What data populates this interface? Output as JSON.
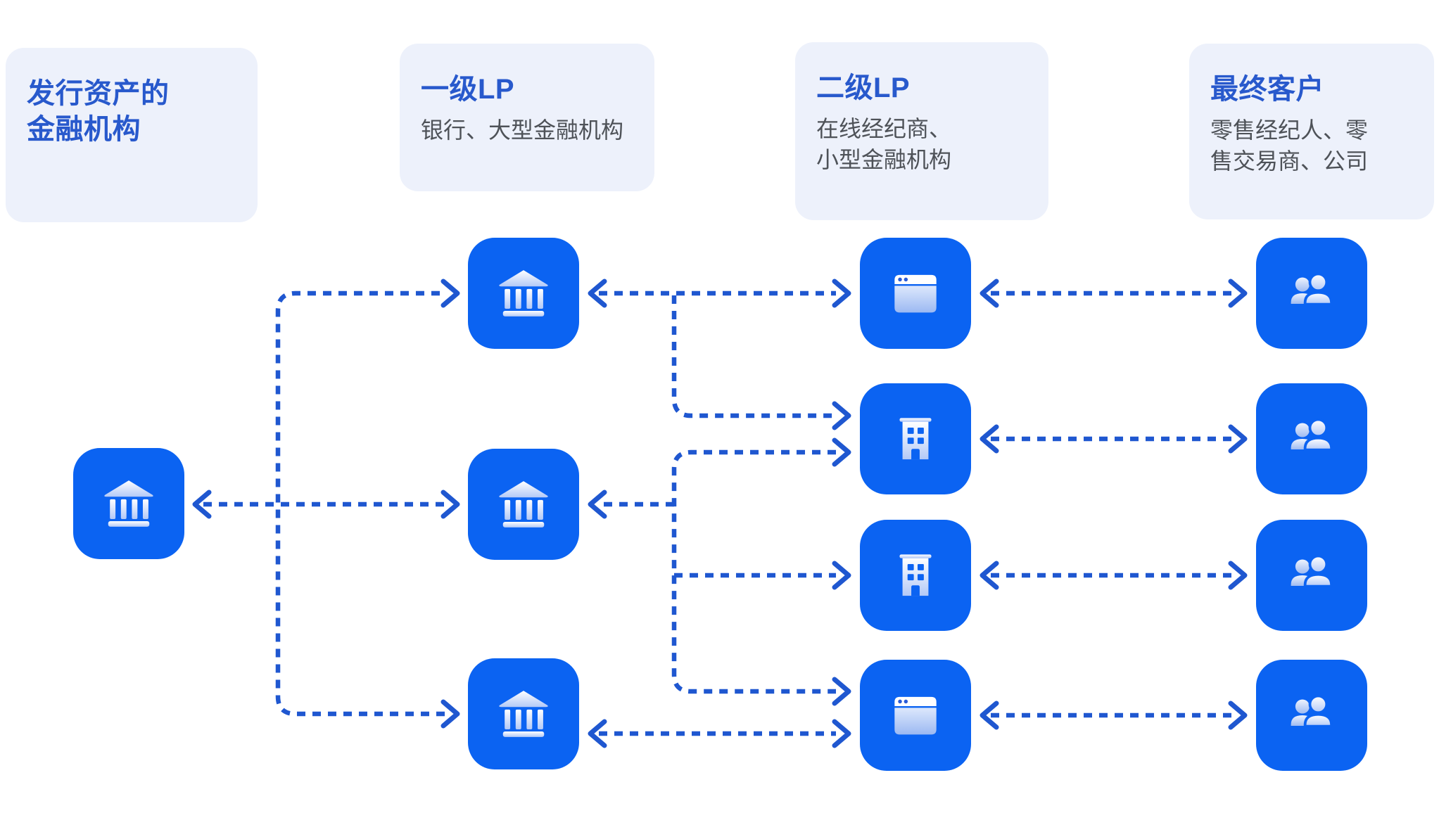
{
  "colors": {
    "tile_blue": "#0b63f2",
    "arrow_blue": "#1f57d0",
    "header_title_blue": "#2859cc",
    "header_subtitle_gray": "#4e5258",
    "header_box_bg": "#edf1fb",
    "icon_gradient_top": "#ffffff",
    "icon_gradient_bottom": "#b3c9f7"
  },
  "columns": [
    {
      "id": "issuers",
      "title_lines": [
        "发行资产的",
        "金融机构"
      ],
      "subtitle_lines": []
    },
    {
      "id": "tier1-lp",
      "title_lines": [
        "一级LP"
      ],
      "subtitle_lines": [
        "银行、大型金融机构"
      ]
    },
    {
      "id": "tier2-lp",
      "title_lines": [
        "二级LP"
      ],
      "subtitle_lines": [
        "在线经纪商、",
        "小型金融机构"
      ]
    },
    {
      "id": "end-clients",
      "title_lines": [
        "最终客户"
      ],
      "subtitle_lines": [
        "零售经纪人、零",
        "售交易商、公司"
      ]
    }
  ],
  "nodes": [
    {
      "id": "issuing-bank",
      "column": "issuers",
      "icon": "bank-icon"
    },
    {
      "id": "tier1-bank-1",
      "column": "tier1-lp",
      "icon": "bank-icon"
    },
    {
      "id": "tier1-bank-2",
      "column": "tier1-lp",
      "icon": "bank-icon"
    },
    {
      "id": "tier1-bank-3",
      "column": "tier1-lp",
      "icon": "bank-icon"
    },
    {
      "id": "tier2-broker-1",
      "column": "tier2-lp",
      "icon": "browser-window-icon"
    },
    {
      "id": "tier2-firm-1",
      "column": "tier2-lp",
      "icon": "office-building-icon"
    },
    {
      "id": "tier2-firm-2",
      "column": "tier2-lp",
      "icon": "office-building-icon"
    },
    {
      "id": "tier2-broker-2",
      "column": "tier2-lp",
      "icon": "browser-window-icon"
    },
    {
      "id": "client-1",
      "column": "end-clients",
      "icon": "users-icon"
    },
    {
      "id": "client-2",
      "column": "end-clients",
      "icon": "users-icon"
    },
    {
      "id": "client-3",
      "column": "end-clients",
      "icon": "users-icon"
    },
    {
      "id": "client-4",
      "column": "end-clients",
      "icon": "users-icon"
    }
  ],
  "connections": [
    {
      "from": "issuing-bank",
      "to": "tier1-bank-1",
      "style": "dashed",
      "arrows": "to"
    },
    {
      "from": "issuing-bank",
      "to": "tier1-bank-2",
      "style": "dashed",
      "arrows": "both"
    },
    {
      "from": "issuing-bank",
      "to": "tier1-bank-3",
      "style": "dashed",
      "arrows": "to"
    },
    {
      "from": "tier1-bank-1",
      "to": "tier2-broker-1",
      "style": "dashed",
      "arrows": "both"
    },
    {
      "from": "tier1-bank-1",
      "to": "tier2-firm-1",
      "style": "dashed",
      "arrows": "to"
    },
    {
      "from": "tier1-bank-2",
      "to": "tier2-firm-1",
      "style": "dashed",
      "arrows": "both"
    },
    {
      "from": "tier1-bank-2",
      "to": "tier2-firm-2",
      "style": "dashed",
      "arrows": "to"
    },
    {
      "from": "tier1-bank-2",
      "to": "tier2-broker-2",
      "style": "dashed",
      "arrows": "to"
    },
    {
      "from": "tier1-bank-3",
      "to": "tier2-broker-2",
      "style": "dashed",
      "arrows": "both"
    },
    {
      "from": "tier2-broker-1",
      "to": "client-1",
      "style": "dashed",
      "arrows": "both"
    },
    {
      "from": "tier2-firm-1",
      "to": "client-2",
      "style": "dashed",
      "arrows": "both"
    },
    {
      "from": "tier2-firm-2",
      "to": "client-3",
      "style": "dashed",
      "arrows": "both"
    },
    {
      "from": "tier2-broker-2",
      "to": "client-4",
      "style": "dashed",
      "arrows": "both"
    }
  ]
}
